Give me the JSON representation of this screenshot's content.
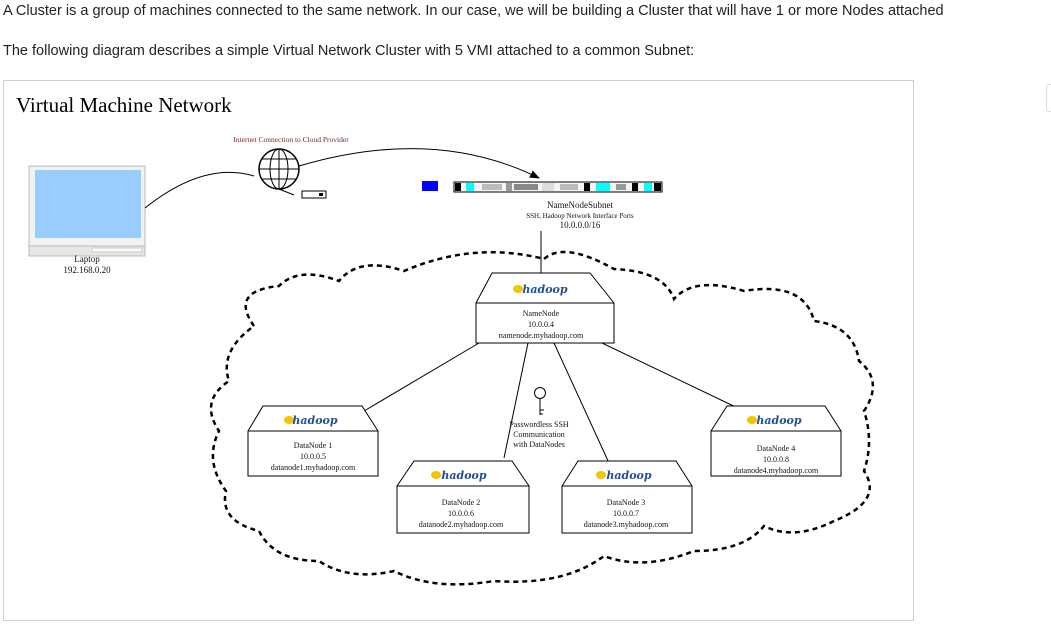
{
  "text": {
    "intro": "A Cluster is a group of machines connected to the same network. In our case, we will be building a Cluster that will have 1 or more Nodes attached",
    "diagram_intro": "The following diagram describes a simple Virtual Network Cluster with 5 VMI attached to a common Subnet:"
  },
  "diagram": {
    "title": "Virtual Machine Network",
    "internet_label": "Internet Connection to Cloud Provider",
    "laptop": {
      "name": "Laptop",
      "ip": "192.168.0.20"
    },
    "subnet": {
      "name": "NameNodeSubnet",
      "ports": "SSH, Hadoop Network Interface Ports",
      "cidr": "10.0.0.0/16"
    },
    "logo_text": "hadoop",
    "key_label": [
      "Passwordless SSH",
      "Communication",
      "with DataNodes"
    ],
    "nodes": {
      "namenode": {
        "name": "NameNode",
        "ip": "10.0.0.4",
        "host": "namenode.myhadoop.com"
      },
      "datanode1": {
        "name": "DataNode 1",
        "ip": "10.0.0.5",
        "host": "datanode1.myhadoop.com"
      },
      "datanode2": {
        "name": "DataNode 2",
        "ip": "10.0.0.6",
        "host": "datanode2.myhadoop.com"
      },
      "datanode3": {
        "name": "DataNode 3",
        "ip": "10.0.0.7",
        "host": "datanode3.myhadoop.com"
      },
      "datanode4": {
        "name": "DataNode 4",
        "ip": "10.0.0.8",
        "host": "datanode4.myhadoop.com"
      }
    }
  },
  "colors": {
    "screen": "#99ccff",
    "subnet_blue": "#0000ff",
    "subnet_cyan": "#00ffff",
    "hadoop_yellow": "#f5c400",
    "hadoop_blue": "#1f4f9a"
  }
}
